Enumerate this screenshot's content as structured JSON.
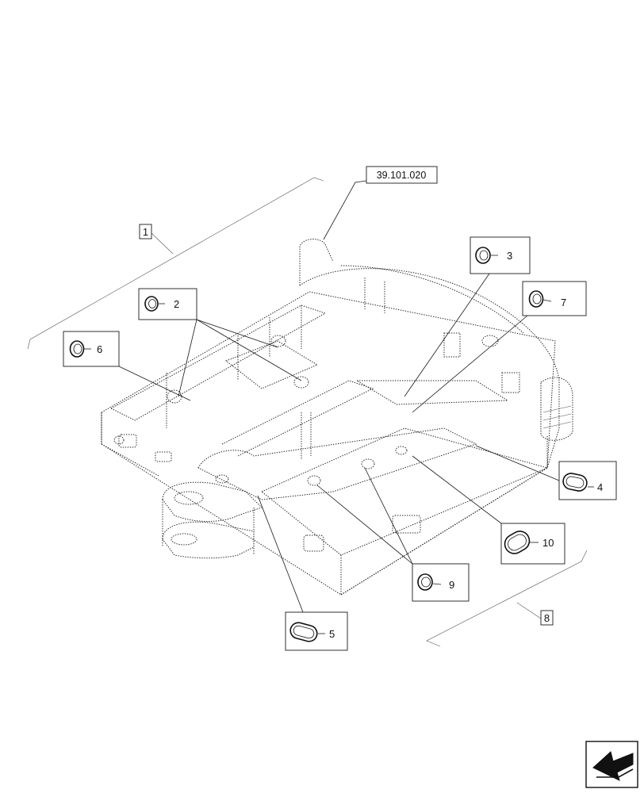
{
  "reference_label": "39.101.020",
  "assembly_labels": [
    "1",
    "8"
  ],
  "callouts": [
    {
      "number": "2"
    },
    {
      "number": "3"
    },
    {
      "number": "4"
    },
    {
      "number": "5"
    },
    {
      "number": "6"
    },
    {
      "number": "7"
    },
    {
      "number": "9"
    },
    {
      "number": "10"
    }
  ],
  "nav_icon": "arrow-back-icon"
}
